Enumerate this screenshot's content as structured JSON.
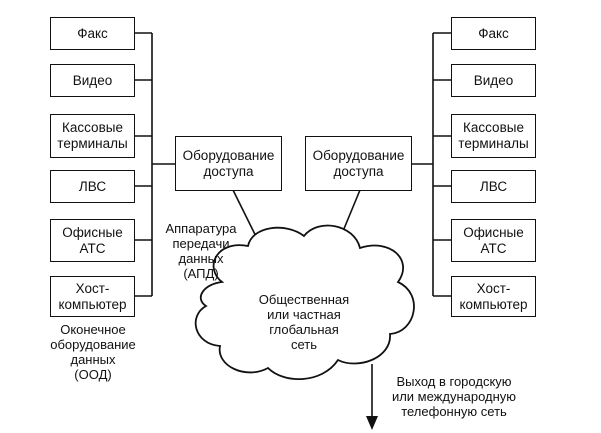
{
  "left_devices": [
    "Факс",
    "Видео",
    "Кассовые\nтерминалы",
    "ЛВС",
    "Офисные\nАТС",
    "Хост-\nкомпьютер"
  ],
  "right_devices": [
    "Факс",
    "Видео",
    "Кассовые\nтерминалы",
    "ЛВС",
    "Офисные\nАТС",
    "Хост-\nкомпьютер"
  ],
  "access_left": "Оборудование\nдоступа",
  "access_right": "Оборудование\nдоступа",
  "dte_label": "Оконечное\nоборудование\nданных\n(ООД)",
  "dce_label": "Аппаратура\nпередачи\nданных\n(АПД)",
  "network_label": "Общественная\nили частная\nглобальная\nсеть",
  "exit_label": "Выход в городскую\nили международную\nтелефонную сеть"
}
